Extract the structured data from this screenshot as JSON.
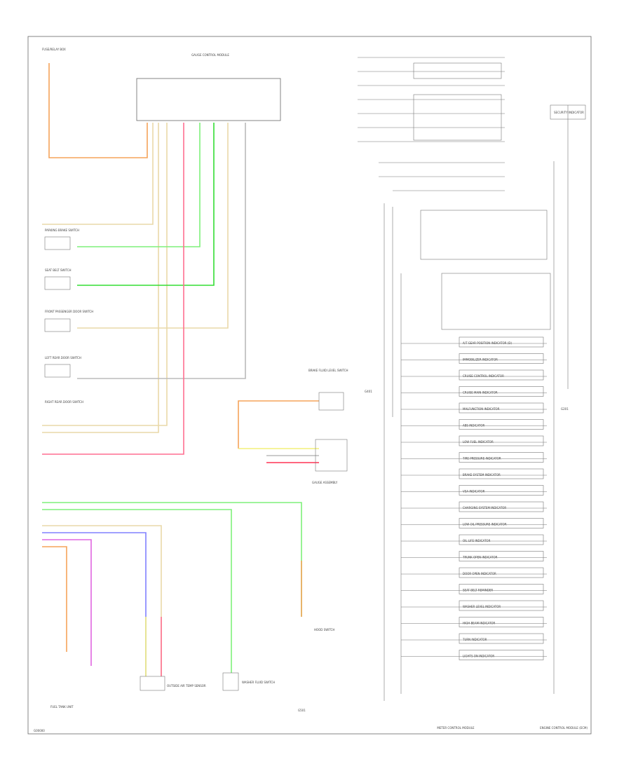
{
  "diagram": {
    "footer_left": "G00000",
    "footer_right": "ENGINE CONTROL MODULE (ECM)",
    "colors": {
      "frame": "#666666",
      "wire_default": "#bbbbbb",
      "orange": "#f5a35a",
      "pink": "#ff6f91",
      "green": "#7ff07a",
      "bright_green": "#33dd33",
      "tan": "#e9d9a8",
      "yellow": "#f4f07a",
      "violet": "#8080ff",
      "magenta": "#e066e0",
      "red": "#ff3355"
    },
    "components": {
      "top_connector": "GAUGE CONTROL MODULE",
      "fuse_block": "FUSE/RELAY BOX",
      "parking_brake_switch": "PARKING BRAKE SWITCH",
      "seat_belt_switch": "SEAT BELT SWITCH",
      "front_door_switch": "FRONT PASSENGER DOOR SWITCH",
      "rear_door_switch_l": "LEFT REAR DOOR SWITCH",
      "rear_door_switch_r": "RIGHT REAR DOOR SWITCH",
      "brake_fluid_switch": "BRAKE FLUID LEVEL SWITCH",
      "gauge_cluster": "GAUGE ASSEMBLY",
      "fuel_sender": "FUEL TANK UNIT",
      "outside_temp": "OUTSIDE AIR TEMP SENSOR",
      "washer_switch": "WASHER FLUID SWITCH",
      "hood_switch": "HOOD SWITCH",
      "ground_1": "G501",
      "ground_2": "G401",
      "ground_3": "G201",
      "meter_module_title": "METER CONTROL MODULE",
      "indicator_box": "SECURITY INDICATOR"
    },
    "indicator_rows": [
      "A/T GEAR POSITION INDICATOR (D)",
      "IMMOBILIZER INDICATOR",
      "CRUISE CONTROL INDICATOR",
      "CRUISE MAIN INDICATOR",
      "MALFUNCTION INDICATOR",
      "ABS INDICATOR",
      "LOW FUEL INDICATOR",
      "TIRE PRESSURE INDICATOR",
      "BRAKE SYSTEM INDICATOR",
      "VSA INDICATOR",
      "CHARGING SYSTEM INDICATOR",
      "LOW OIL PRESSURE INDICATOR",
      "OIL LIFE INDICATOR",
      "TRUNK OPEN INDICATOR",
      "DOOR OPEN INDICATOR",
      "SEAT BELT REMINDER",
      "WASHER LEVEL INDICATOR",
      "HIGH BEAM INDICATOR",
      "TURN INDICATOR",
      "LIGHTS ON INDICATOR"
    ]
  }
}
